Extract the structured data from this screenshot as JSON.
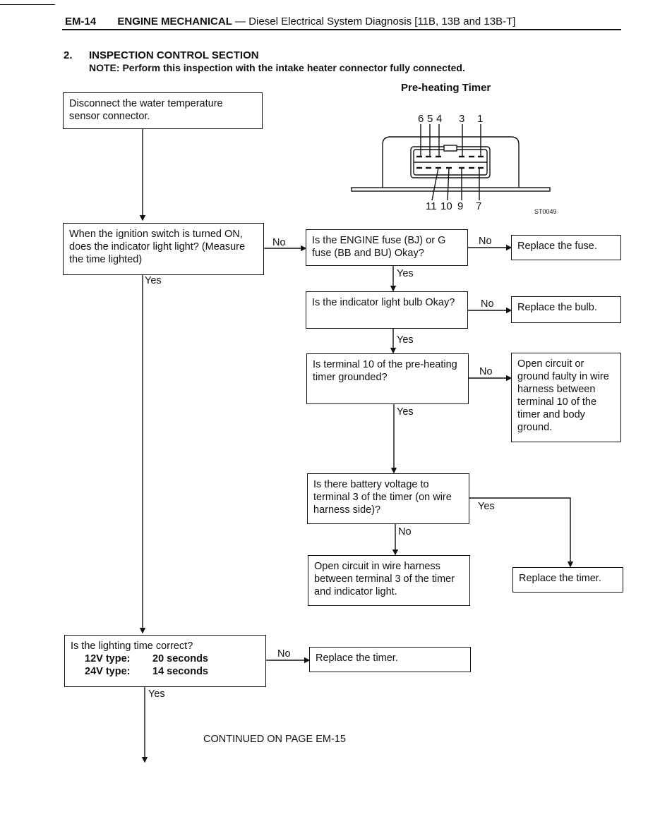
{
  "header": {
    "page_code": "EM-14",
    "section": "ENGINE MECHANICAL",
    "subtitle": "— Diesel Electrical System Diagnosis [11B, 13B and 13B-T]"
  },
  "section": {
    "number": "2.",
    "title": "INSPECTION CONTROL SECTION",
    "note": "NOTE:  Perform this inspection with the intake heater connector fully connected."
  },
  "diagram": {
    "caption": "Pre-heating Timer",
    "top_pins": {
      "p6": "6",
      "p5": "5",
      "p4": "4",
      "p3": "3",
      "p1": "1"
    },
    "bottom_pins": {
      "p11": "11",
      "p10": "10",
      "p9": "9",
      "p7": "7"
    },
    "figure_code": "ST0049"
  },
  "flow": {
    "start": "Disconnect the water temperature sensor connector.",
    "q_indicator": "When the ignition switch is turned ON, does the indicator light light? (Measure the time lighted)",
    "q_fuse": "Is the ENGINE fuse (BJ) or G fuse (BB and BU) Okay?",
    "a_fuse": "Replace the fuse.",
    "q_bulb": "Is the indicator light bulb Okay?",
    "a_bulb": "Replace the bulb.",
    "q_term10": "Is terminal 10 of the pre-heating timer grounded?",
    "a_term10": "Open circuit or ground faulty in wire harness between terminal 10 of the timer and body ground.",
    "q_term3": "Is there battery voltage to terminal 3 of the timer (on wire harness side)?",
    "a_term3_no": "Open circuit in wire harness between terminal 3 of the timer and indicator light.",
    "a_term3_yes": "Replace the timer.",
    "q_time": "Is the lighting time correct?",
    "spec_12_label": "12V type:",
    "spec_12_value": "20 seconds",
    "spec_24_label": "24V type:",
    "spec_24_value": "14 seconds",
    "a_time": "Replace the timer."
  },
  "labels": {
    "yes": "Yes",
    "no": "No"
  },
  "footer": {
    "continued": "CONTINUED ON PAGE EM-15"
  }
}
